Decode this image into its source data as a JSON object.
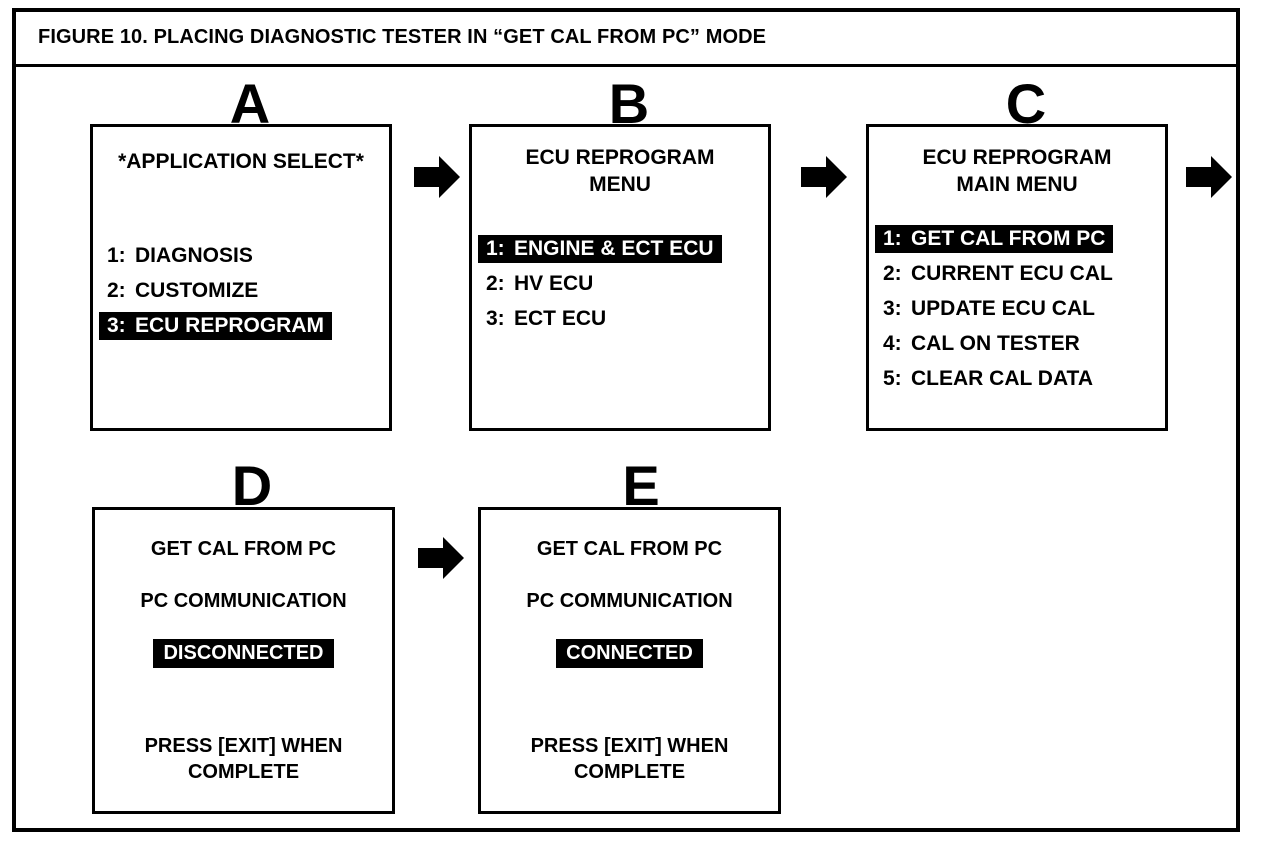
{
  "figure": {
    "title": "FIGURE 10.  PLACING DIAGNOSTIC TESTER IN “GET CAL FROM PC” MODE",
    "colors": {
      "ink": "#000000",
      "paper": "#ffffff",
      "highlight_bg": "#000000",
      "highlight_fg": "#ffffff"
    }
  },
  "panels": [
    {
      "letter": "A",
      "kind": "menu",
      "screen_title": "*APPLICATION SELECT*",
      "items": [
        {
          "num": "1:",
          "label": "DIAGNOSIS",
          "selected": false
        },
        {
          "num": "2:",
          "label": "CUSTOMIZE",
          "selected": false
        },
        {
          "num": "3:",
          "label": "ECU REPROGRAM",
          "selected": true
        }
      ]
    },
    {
      "letter": "B",
      "kind": "menu",
      "screen_title": "ECU REPROGRAM\nMENU",
      "items": [
        {
          "num": "1:",
          "label": "ENGINE & ECT ECU",
          "selected": true
        },
        {
          "num": "2:",
          "label": "HV ECU",
          "selected": false
        },
        {
          "num": "3:",
          "label": "ECT ECU",
          "selected": false
        }
      ]
    },
    {
      "letter": "C",
      "kind": "menu",
      "screen_title": "ECU REPROGRAM\nMAIN MENU",
      "items": [
        {
          "num": "1:",
          "label": "GET CAL FROM PC",
          "selected": true
        },
        {
          "num": "2:",
          "label": "CURRENT ECU CAL",
          "selected": false
        },
        {
          "num": "3:",
          "label": "UPDATE ECU CAL",
          "selected": false
        },
        {
          "num": "4:",
          "label": "CAL ON TESTER",
          "selected": false
        },
        {
          "num": "5:",
          "label": "CLEAR CAL DATA",
          "selected": false
        }
      ]
    },
    {
      "letter": "D",
      "kind": "status",
      "screen_title": "GET CAL FROM PC",
      "subtitle": "PC COMMUNICATION",
      "badge": "DISCONNECTED",
      "footer": "PRESS [EXIT] WHEN\nCOMPLETE"
    },
    {
      "letter": "E",
      "kind": "status",
      "screen_title": "GET CAL FROM PC",
      "subtitle": "PC COMMUNICATION",
      "badge": "CONNECTED",
      "footer": "PRESS [EXIT] WHEN\nCOMPLETE"
    }
  ],
  "arrows": [
    {
      "name": "arrow-a-to-b",
      "from": "A",
      "to": "B"
    },
    {
      "name": "arrow-b-to-c",
      "from": "B",
      "to": "C"
    },
    {
      "name": "arrow-c-to-d",
      "from": "C",
      "to": "D"
    },
    {
      "name": "arrow-d-to-e",
      "from": "D",
      "to": "E"
    }
  ]
}
